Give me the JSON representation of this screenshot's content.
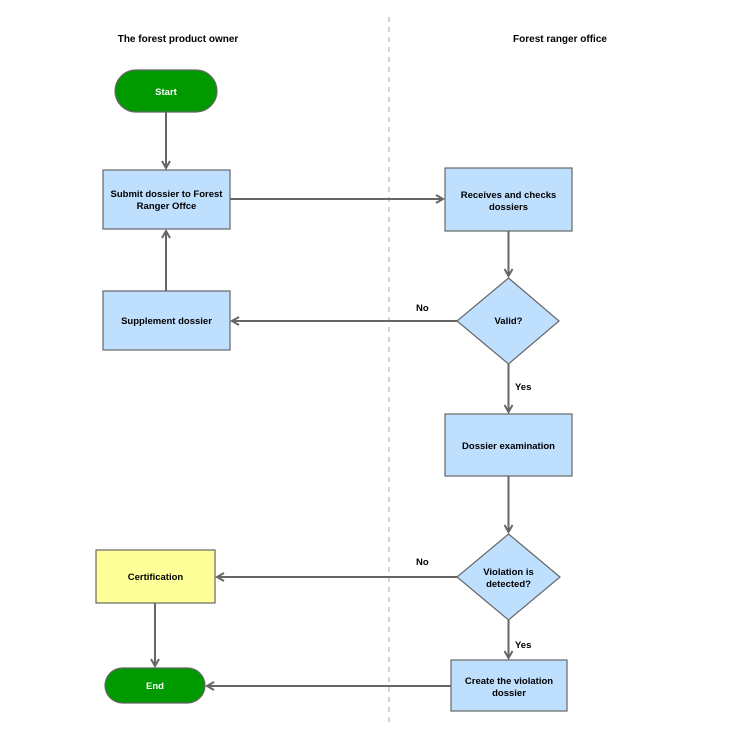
{
  "lanes": {
    "left_title": "The forest product owner",
    "right_title": "Forest ranger office"
  },
  "nodes": {
    "start": "Start",
    "submit_line1": "Submit dossier to Forest",
    "submit_line2": "Ranger Offce",
    "receives_line1": "Receives and checks",
    "receives_line2": "dossiers",
    "supplement": "Supplement dossier",
    "valid": "Valid?",
    "examination": "Dossier examination",
    "certification": "Certification",
    "violation_line1": "Violation is",
    "violation_line2": "detected?",
    "create_line1": "Create the violation",
    "create_line2": "dossier",
    "end": "End"
  },
  "edge_labels": {
    "valid_no": "No",
    "valid_yes": "Yes",
    "violation_no": "No",
    "violation_yes": "Yes"
  },
  "colors": {
    "process_fill": "#bfdfff",
    "terminal_fill": "#009a00",
    "certification_fill": "#ffff99",
    "line": "#666666"
  }
}
